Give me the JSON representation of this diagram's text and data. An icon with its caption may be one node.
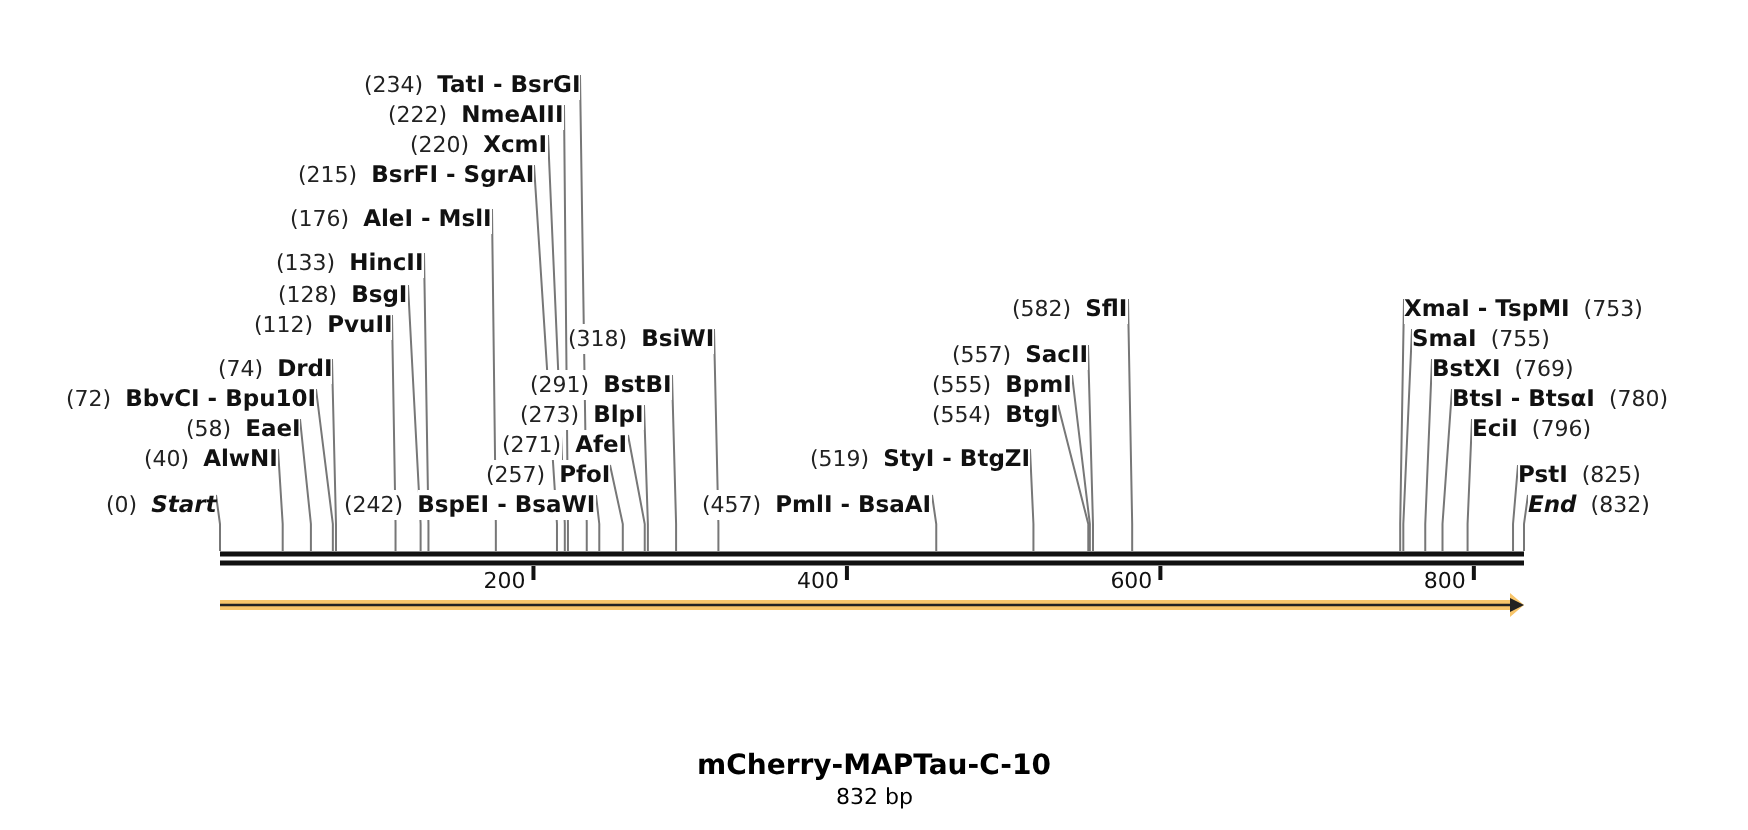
{
  "diagram": {
    "title": "mCherry-MAPTau-C-10",
    "caption": "832 bp",
    "nodes": [
      {
        "text": [
          "(234)",
          "TatI - BsrGI"
        ]
      },
      {
        "text": [
          "(222)",
          "NmeAIII"
        ]
      },
      {
        "text": [
          "(220)",
          "XcmI"
        ]
      },
      {
        "text": [
          "(215)",
          "BsrFI - SgrAI"
        ]
      },
      {
        "text": [
          "(176)",
          "AleI - MslI"
        ]
      },
      {
        "text": [
          "(133)",
          "HincII"
        ]
      },
      {
        "text": [
          "(128)",
          "BsgI"
        ]
      },
      {
        "text": [
          "(112)",
          "PvuII"
        ]
      },
      {
        "text": [
          "(582)",
          "SflI"
        ]
      },
      {
        "text": [
          "XmaI - TspMI",
          "(753)"
        ]
      },
      {
        "text": [
          "(318)",
          "BsiWI"
        ]
      },
      {
        "text": [
          "SmaI",
          "(755)"
        ]
      },
      {
        "text": [
          "(557)",
          "SacII"
        ]
      },
      {
        "text": [
          "(74)",
          "DrdI"
        ]
      },
      {
        "text": [
          "BstXI",
          "(769)"
        ]
      },
      {
        "text": [
          "(291)",
          "BstBI"
        ]
      },
      {
        "text": [
          "(555)",
          "BpmI"
        ]
      },
      {
        "text": [
          "(72)",
          "BbvCI - Bpu10I"
        ]
      },
      {
        "text": [
          "BtsI - BtsαI",
          "(780)"
        ]
      },
      {
        "text": [
          "(273)",
          "BlpI"
        ]
      },
      {
        "text": [
          "(554)",
          "BtgI"
        ]
      },
      {
        "text": [
          "(58)",
          "EaeI"
        ]
      },
      {
        "text": [
          "EciI",
          "(796)"
        ]
      },
      {
        "text": [
          "(271)",
          "AfeI"
        ]
      },
      {
        "text": [
          "(40)",
          "AlwNI"
        ]
      },
      {
        "text": [
          "(519)",
          "StyI - BtgZI"
        ]
      },
      {
        "text": [
          "(257)",
          "PfoI"
        ]
      },
      {
        "text": [
          "PstI",
          "(825)"
        ]
      },
      {
        "text": [
          "(0)",
          "Start"
        ]
      },
      {
        "text": [
          "(242)",
          "BspEI - BsaWI"
        ]
      },
      {
        "text": [
          "(457)",
          "PmlI - BsaAI"
        ]
      },
      {
        "text": [
          "End",
          "(832)"
        ]
      },
      {
        "text": [],
        "shape": "bar"
      }
    ],
    "edges": [
      {
        "from": 0,
        "to": 32,
        "arrow": "none"
      },
      {
        "from": 1,
        "to": 32,
        "arrow": "none"
      },
      {
        "from": 2,
        "to": 32,
        "arrow": "none"
      },
      {
        "from": 3,
        "to": 32,
        "arrow": "none"
      },
      {
        "from": 4,
        "to": 32,
        "arrow": "none"
      },
      {
        "from": 5,
        "to": 32,
        "arrow": "none"
      },
      {
        "from": 6,
        "to": 32,
        "arrow": "none"
      },
      {
        "from": 7,
        "to": 32,
        "arrow": "none"
      },
      {
        "from": 8,
        "to": 32,
        "arrow": "none"
      },
      {
        "from": 9,
        "to": 32,
        "arrow": "none"
      },
      {
        "from": 10,
        "to": 32,
        "arrow": "none"
      },
      {
        "from": 11,
        "to": 32,
        "arrow": "none"
      },
      {
        "from": 12,
        "to": 32,
        "arrow": "none"
      },
      {
        "from": 13,
        "to": 32,
        "arrow": "none"
      },
      {
        "from": 14,
        "to": 32,
        "arrow": "none"
      },
      {
        "from": 15,
        "to": 32,
        "arrow": "none"
      },
      {
        "from": 16,
        "to": 32,
        "arrow": "none"
      },
      {
        "from": 17,
        "to": 32,
        "arrow": "none"
      },
      {
        "from": 18,
        "to": 32,
        "arrow": "none"
      },
      {
        "from": 19,
        "to": 32,
        "arrow": "none"
      },
      {
        "from": 20,
        "to": 32,
        "arrow": "none"
      },
      {
        "from": 21,
        "to": 32,
        "arrow": "none"
      },
      {
        "from": 22,
        "to": 32,
        "arrow": "none"
      },
      {
        "from": 23,
        "to": 32,
        "arrow": "none"
      },
      {
        "from": 24,
        "to": 32,
        "arrow": "none"
      },
      {
        "from": 25,
        "to": 32,
        "arrow": "none"
      },
      {
        "from": 26,
        "to": 32,
        "arrow": "none"
      },
      {
        "from": 27,
        "to": 32,
        "arrow": "none"
      },
      {
        "from": 28,
        "to": 32,
        "arrow": "none"
      },
      {
        "from": 29,
        "to": 32,
        "arrow": "none"
      },
      {
        "from": 30,
        "to": 32,
        "arrow": "none"
      },
      {
        "from": 31,
        "to": 32,
        "arrow": "none"
      }
    ],
    "labels": [
      "200",
      "400",
      "600",
      "800"
    ]
  }
}
